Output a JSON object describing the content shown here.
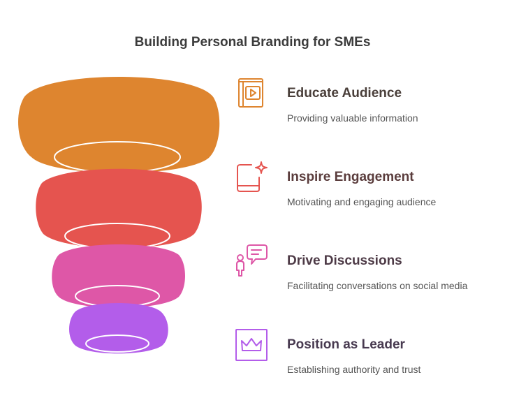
{
  "title": "Building Personal Branding for SMEs",
  "colors": {
    "level1": "#DE852F",
    "level2": "#E5544F",
    "level3": "#DE57A7",
    "level4": "#B35DEA",
    "title_text": "#3C3C3C",
    "heading_text": "#4A3F3A",
    "desc_text": "#555555"
  },
  "stages": [
    {
      "title": "Educate Audience",
      "description": "Providing valuable information",
      "icon": "book-play-icon"
    },
    {
      "title": "Inspire Engagement",
      "description": "Motivating and engaging audience",
      "icon": "sparkle-book-icon"
    },
    {
      "title": "Drive Discussions",
      "description": "Facilitating conversations on social media",
      "icon": "person-speech-bubble-icon"
    },
    {
      "title": "Position as Leader",
      "description": "Establishing authority and trust",
      "icon": "crown-icon"
    }
  ]
}
